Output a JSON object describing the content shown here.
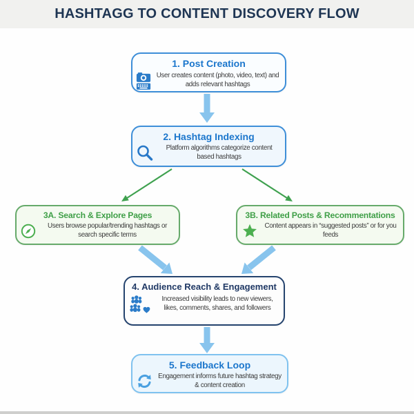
{
  "title": "HASHTAGG TO CONTENT DISCOVERY FLOW",
  "nodes": [
    {
      "id": "1",
      "title": "1. Post Creation",
      "description": "User creates content (photo, video, text) and adds relevant hashtags",
      "icon": "camera-keyboard-icon"
    },
    {
      "id": "2",
      "title": "2. Hashtag Indexing",
      "description": "Platform algorithms categorize content based hashtags",
      "icon": "magnifier-icon"
    },
    {
      "id": "3A",
      "title": "3A. Search & Explore Pages",
      "description": "Users browse popular/trending hashtags or search specific terms",
      "icon": "compass-icon"
    },
    {
      "id": "3B",
      "title": "3B. Related Posts & Recommentations",
      "description": "Content appears in “suggested posts” or for you feeds",
      "icon": "star-icon"
    },
    {
      "id": "4",
      "title": "4. Audience Reach & Engagement",
      "description": "Increased visibility leads to new viewers, likes, comments, shares, and followers",
      "icon": "audience-heart-icon"
    },
    {
      "id": "5",
      "title": "5. Feedback Loop",
      "description": "Engagement informs future hashtag strategy & content creation",
      "icon": "refresh-icon"
    }
  ],
  "edges": [
    {
      "from": "1",
      "to": "2",
      "style": "thick-blue"
    },
    {
      "from": "2",
      "to": "3A",
      "style": "thin-green"
    },
    {
      "from": "2",
      "to": "3B",
      "style": "thin-green"
    },
    {
      "from": "3A",
      "to": "4",
      "style": "thick-blue"
    },
    {
      "from": "3B",
      "to": "4",
      "style": "thick-blue"
    },
    {
      "from": "4",
      "to": "5",
      "style": "thick-blue"
    }
  ],
  "colors": {
    "blue_accent": "#3d8ed8",
    "light_blue_accent": "#7fc2ef",
    "navy": "#1f3864",
    "green": "#3f9f47",
    "arrow_blue": "#88c4ed",
    "arrow_green": "#3fa14f",
    "title_text": "#1e3553",
    "body_text": "#3a3a3a",
    "header_band": "#f1f1ef"
  }
}
